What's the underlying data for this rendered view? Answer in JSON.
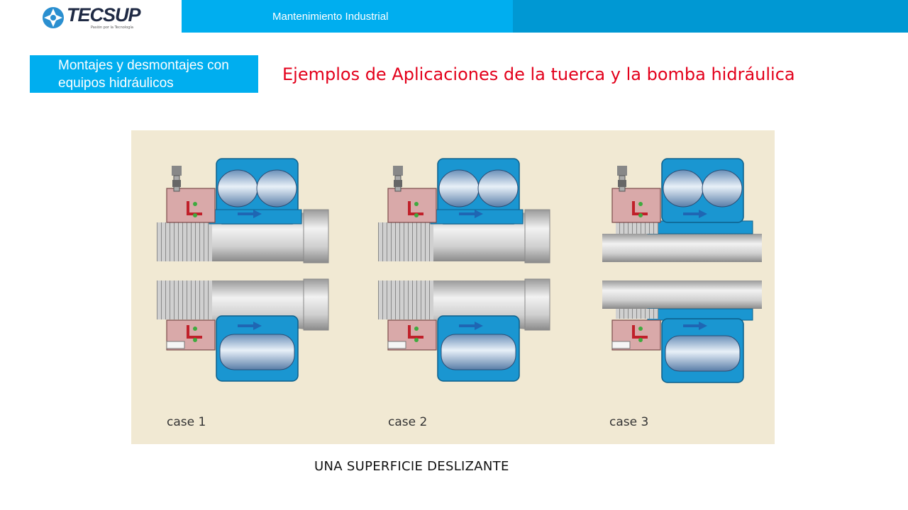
{
  "header": {
    "logo_text": "TECSUP",
    "logo_tagline": "Pasión por la Tecnología",
    "title": "Mantenimiento Industrial"
  },
  "section": {
    "label": "Montajes y desmontajes con equipos hidráulicos"
  },
  "slide": {
    "title": "Ejemplos de Aplicaciones de la tuerca y la bomba hidráulica",
    "caption": "UNA SUPERFICIE DESLIZANTE"
  },
  "diagram": {
    "cases": [
      {
        "label": "case 1"
      },
      {
        "label": "case 2"
      },
      {
        "label": "case 3"
      }
    ],
    "colors": {
      "background": "#f1e9d3",
      "bearing_blue": "#1a96d1",
      "nut_pink": "#d9a9a9",
      "shaft_grey": "#c8c8c8",
      "arrow_blue": "#1f66b3",
      "seal_red": "#c0202a",
      "oring_green": "#3faa3f"
    }
  }
}
